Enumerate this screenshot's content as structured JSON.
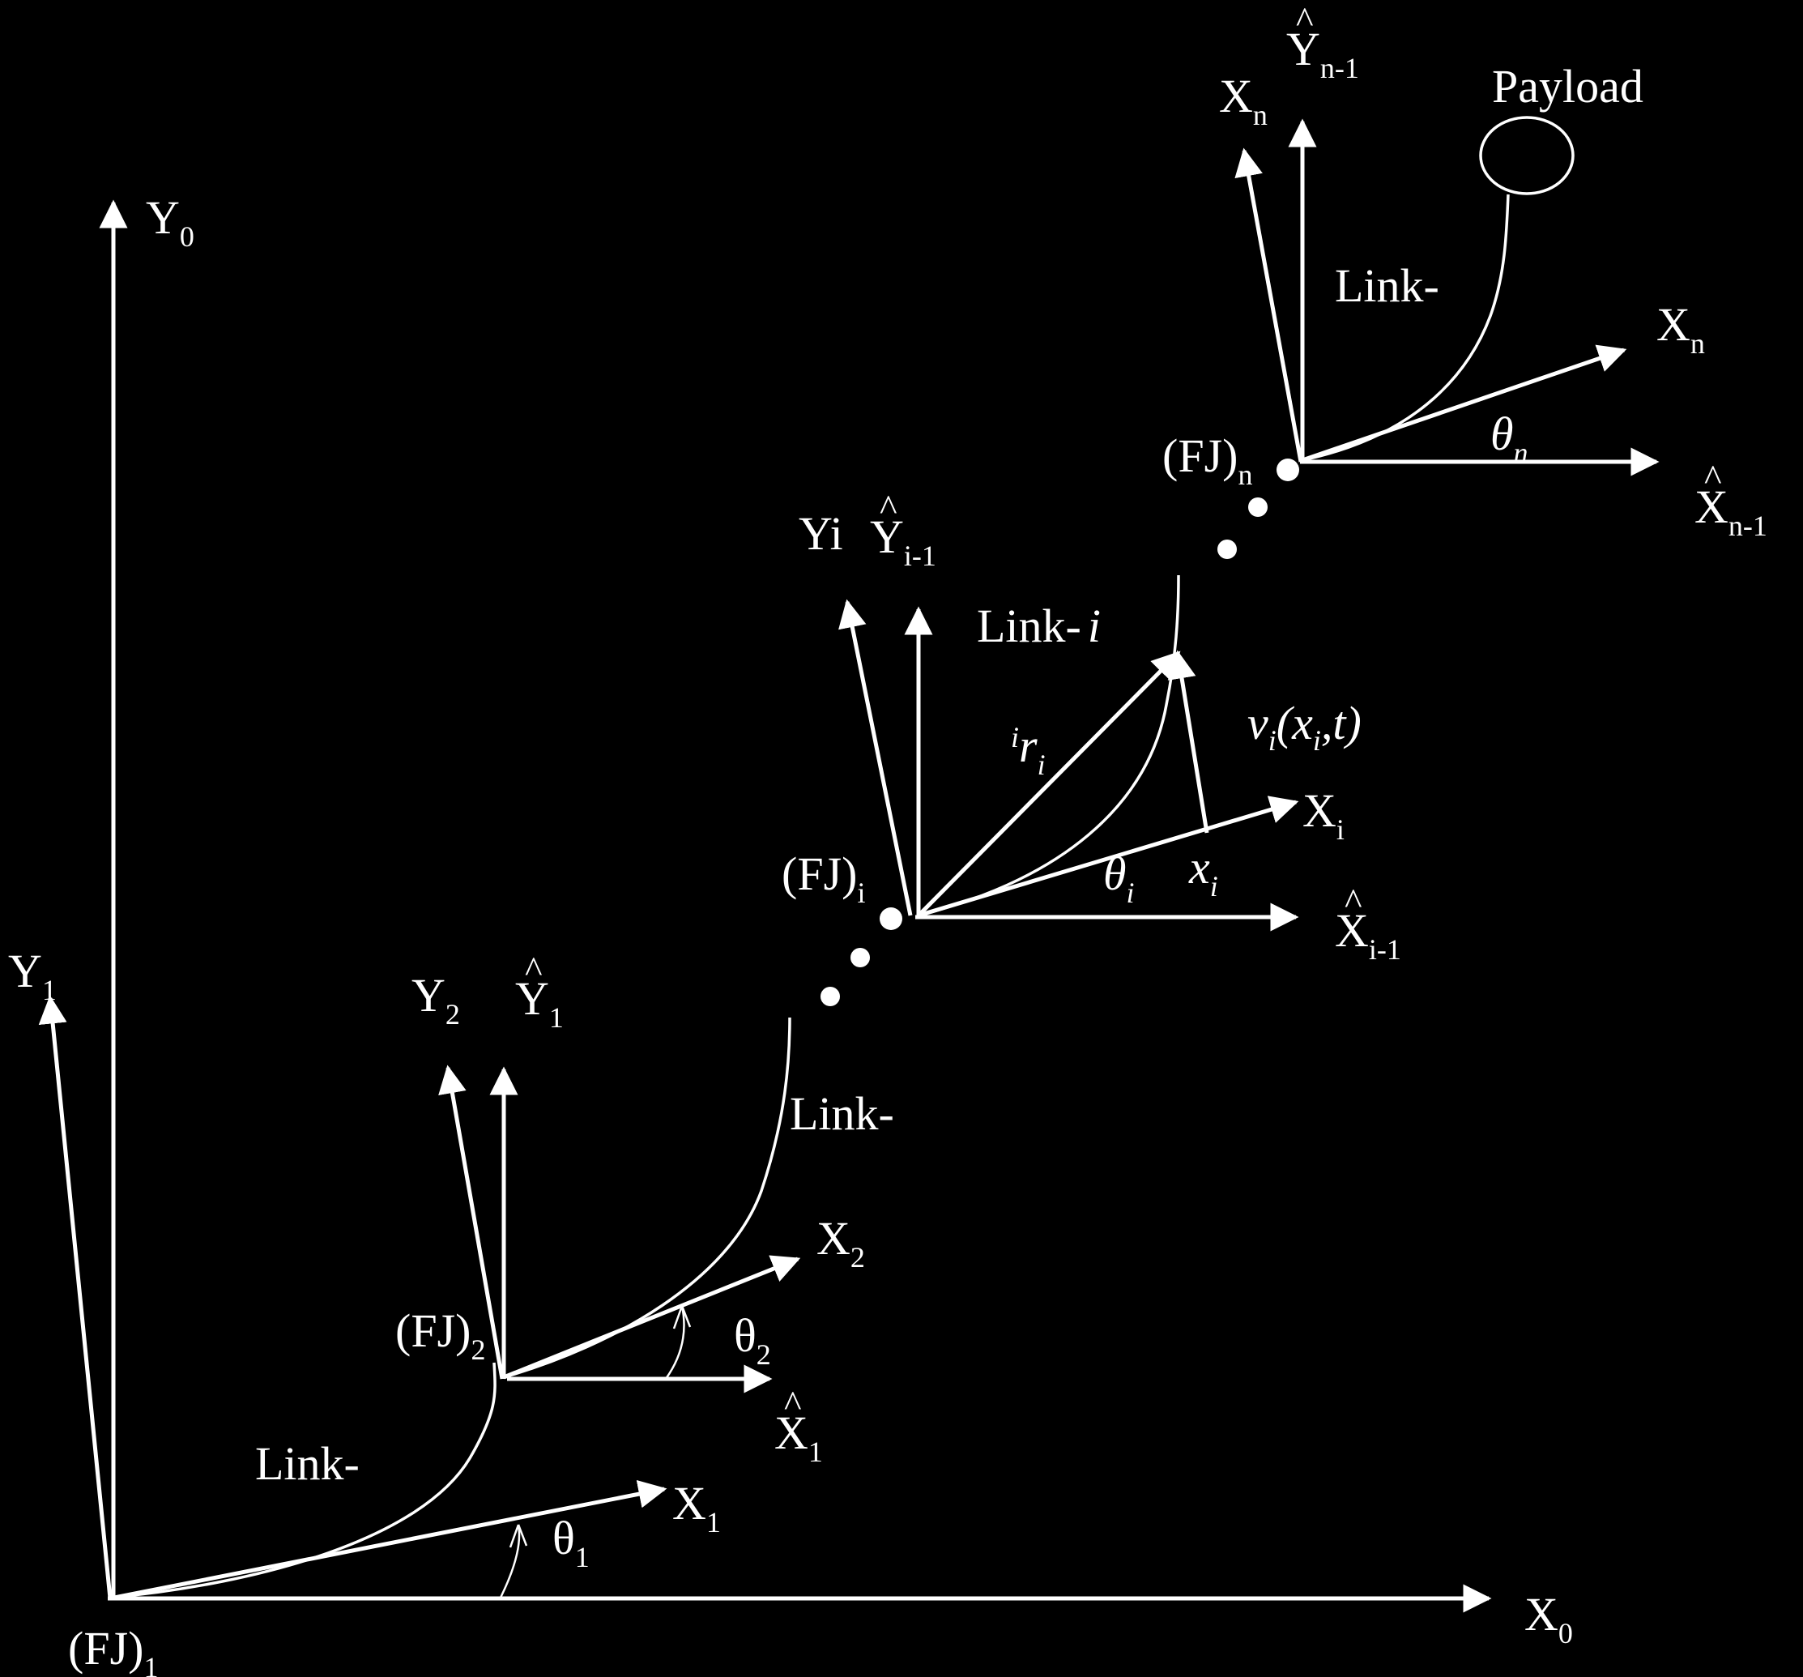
{
  "diagram": {
    "background_color": "#000000",
    "foreground_color": "#ffffff",
    "base_frame": {
      "x_axis": {
        "main": "X",
        "sub": "0"
      },
      "y_axis": {
        "main": "Y",
        "sub": "0"
      }
    },
    "joints": [
      {
        "label": {
          "main": "(FJ)",
          "sub": "1"
        },
        "link_label": "Link-",
        "x_axis": {
          "main": "X",
          "sub": "1"
        },
        "y_axis": {
          "main": "Y",
          "sub": "1"
        },
        "angle": {
          "main": "θ",
          "sub": "1"
        }
      },
      {
        "label": {
          "main": "(FJ)",
          "sub": "2"
        },
        "link_label": "Link-",
        "x_axis": {
          "main": "X",
          "sub": "2"
        },
        "y_axis": {
          "main": "Y",
          "sub": "2"
        },
        "prev_x_axis": {
          "hat": "^",
          "main": "X",
          "sub": "1"
        },
        "prev_y_axis": {
          "hat": "^",
          "main": "Y",
          "sub": "1"
        },
        "angle": {
          "main": "θ",
          "sub": "2"
        }
      },
      {
        "label": {
          "main": "(FJ)",
          "sub": "i"
        },
        "link_label": {
          "main": "Link-",
          "italic": "i"
        },
        "x_axis": {
          "main": "X",
          "sub": "i"
        },
        "y_axis": {
          "main": "Yi"
        },
        "prev_x_axis": {
          "hat": "^",
          "main": "X",
          "sub": "i-1"
        },
        "prev_y_axis": {
          "hat": "^",
          "main": "Y",
          "sub": "i-1"
        },
        "angle": {
          "main": "θ",
          "sub": "i"
        },
        "position_vector": {
          "pre": "i",
          "main": "r",
          "sub": "i"
        },
        "coordinate": {
          "main": "x",
          "sub": "i"
        },
        "deflection": {
          "v": "v",
          "v_sub": "i",
          "open": "(x",
          "x_sub": "i",
          "close": ",t)"
        }
      },
      {
        "label": {
          "main": "(FJ)",
          "sub": "n"
        },
        "link_label": "Link-",
        "x_axis": {
          "main": "X",
          "sub": "n"
        },
        "y_axis": {
          "main": "X",
          "sub": "n"
        },
        "prev_x_axis": {
          "hat": "^",
          "main": "X",
          "sub": "n-1"
        },
        "prev_y_axis": {
          "hat": "^",
          "main": "Y",
          "sub": "n-1"
        },
        "angle": {
          "main": "θ",
          "sub": "n"
        }
      }
    ],
    "payload_label": "Payload"
  }
}
